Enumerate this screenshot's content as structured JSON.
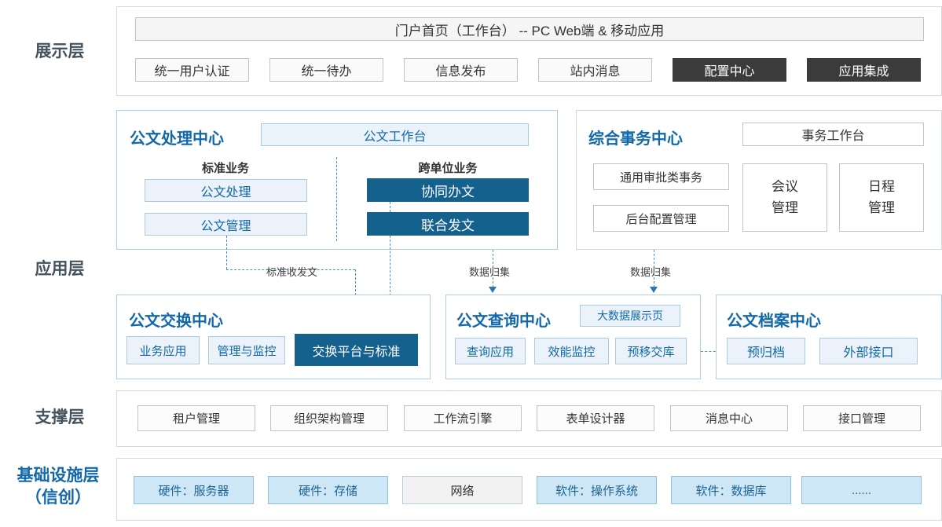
{
  "layer_labels": {
    "display": "展示层",
    "application": "应用层",
    "support": "支撑层",
    "infrastructure": "基础设施层",
    "infrastructure_sub": "（信创）"
  },
  "display_layer": {
    "portal_header": "门户首页（工作台） --  PC Web端 & 移动应用",
    "items": [
      {
        "label": "统一用户认证",
        "style": "plain"
      },
      {
        "label": "统一待办",
        "style": "plain"
      },
      {
        "label": "信息发布",
        "style": "plain"
      },
      {
        "label": "站内消息",
        "style": "plain"
      },
      {
        "label": "配置中心",
        "style": "dark"
      },
      {
        "label": "应用集成",
        "style": "dark"
      }
    ]
  },
  "doc_processing_center": {
    "title": "公文处理中心",
    "workbench": "公文工作台",
    "standard_group_label": "标准业务",
    "cross_unit_group_label": "跨单位业务",
    "standard_items": [
      "公文处理",
      "公文管理"
    ],
    "cross_unit_items": [
      "协同办文",
      "联合发文"
    ]
  },
  "affairs_center": {
    "title": "综合事务中心",
    "workbench": "事务工作台",
    "items": [
      "通用审批类事务",
      "后台配置管理"
    ],
    "meeting": "会议管理",
    "schedule": "日程管理"
  },
  "connectors": {
    "standard_send_receive": "标准收发文",
    "data_collection_1": "数据归集",
    "data_collection_2": "数据归集"
  },
  "exchange_center": {
    "title": "公文交换中心",
    "items": [
      "业务应用",
      "管理与监控"
    ],
    "highlight_item": "交换平台与标准"
  },
  "query_center": {
    "title": "公文查询中心",
    "badge": "大数据展示页",
    "items": [
      "查询应用",
      "效能监控",
      "预移交库"
    ]
  },
  "archive_center": {
    "title": "公文档案中心",
    "items": [
      "预归档",
      "外部接口"
    ]
  },
  "support_layer": {
    "items": [
      "租户管理",
      "组织架构管理",
      "工作流引擎",
      "表单设计器",
      "消息中心",
      "接口管理"
    ]
  },
  "infrastructure_layer": {
    "items": [
      {
        "label": "硬件：服务器",
        "style": "blue"
      },
      {
        "label": "硬件：存储",
        "style": "blue"
      },
      {
        "label": "网络",
        "style": "gray"
      },
      {
        "label": "软件：操作系统",
        "style": "blue"
      },
      {
        "label": "软件：数据库",
        "style": "blue"
      },
      {
        "label": "......",
        "style": "blue"
      }
    ]
  },
  "colors": {
    "accent_blue": "#1268a8",
    "dark_blue_fill": "#15618e",
    "dark_gray_fill": "#3b3b3b",
    "light_blue_fill": "#ebf2f9",
    "infra_blue_fill": "#cde7f6",
    "connector_blue": "#4a90c9",
    "layer_label_gray": "#44525c"
  }
}
